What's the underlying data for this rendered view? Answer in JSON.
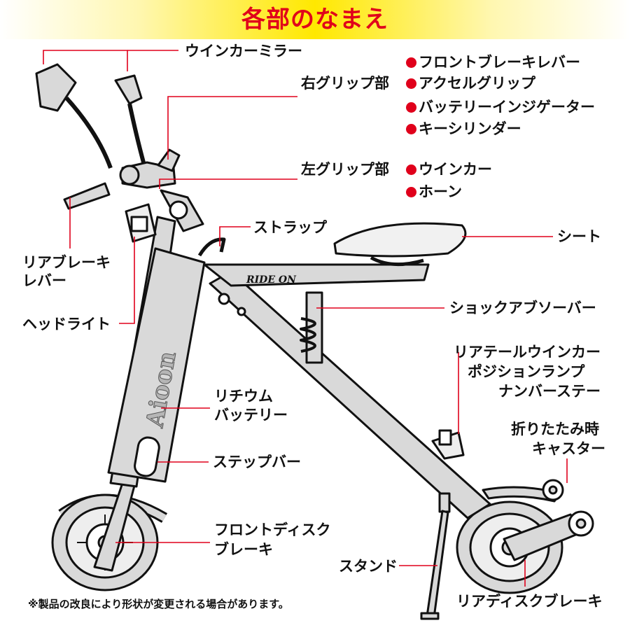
{
  "title": "各部のなまえ",
  "brand": {
    "frame_logo": "Aioon",
    "deck_logo": "RIDE ON"
  },
  "colors": {
    "title": "#e0001b",
    "banner": "#ffe800",
    "leader_line": "#e0001b",
    "frame": "#d9d9d9",
    "tire": "#cfcfcf"
  },
  "labels": {
    "winker_mirror": "ウインカーミラー",
    "right_grip": "右グリップ部",
    "right_grip_items": [
      "フロントブレーキレバー",
      "アクセルグリップ",
      "バッテリーインジゲーター",
      "キーシリンダー"
    ],
    "left_grip": "左グリップ部",
    "left_grip_items": [
      "ウインカー",
      "ホーン"
    ],
    "rear_brake_lever": [
      "リアブレーキ",
      "レバー"
    ],
    "headlight": "ヘッドライト",
    "strap": "ストラップ",
    "seat": "シート",
    "shock_absorber": "ショックアブソーバー",
    "rear_tail": [
      "リアテールウインカー",
      "ポジションランプ",
      "ナンバーステー"
    ],
    "battery": [
      "リチウム",
      "バッテリー"
    ],
    "step_bar": "ステップバー",
    "folding_caster": [
      "折りたたみ時",
      "キャスター"
    ],
    "front_disc_brake": [
      "フロントディスク",
      "ブレーキ"
    ],
    "stand": "スタンド",
    "rear_disc_brake": "リアディスクブレーキ"
  },
  "footnote": "※製品の改良により形状が変更される場合があります。"
}
